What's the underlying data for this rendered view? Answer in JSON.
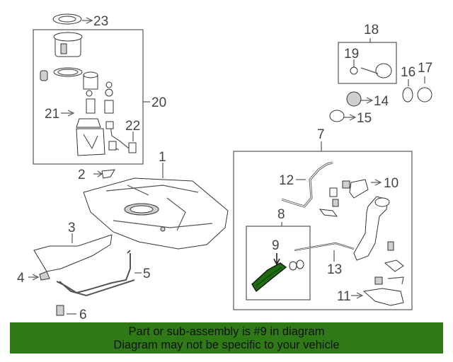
{
  "callouts": {
    "c23": "23",
    "c20": "20",
    "c21": "21",
    "c22": "22",
    "c2": "2",
    "c1": "1",
    "c3": "3",
    "c4": "4",
    "c5": "5",
    "c6": "6",
    "c18": "18",
    "c19": "19",
    "c16": "16",
    "c17": "17",
    "c14": "14",
    "c15": "15",
    "c7": "7",
    "c12": "12",
    "c10": "10",
    "c8": "8",
    "c9": "9",
    "c13": "13",
    "c11": "11"
  },
  "banner": {
    "line1": "Part or sub-assembly is #9 in diagram",
    "line2": "Diagram may not be specific to your vehicle"
  },
  "colors": {
    "banner_bg": "#2f7a17",
    "highlight_part": "#1f6b10"
  }
}
